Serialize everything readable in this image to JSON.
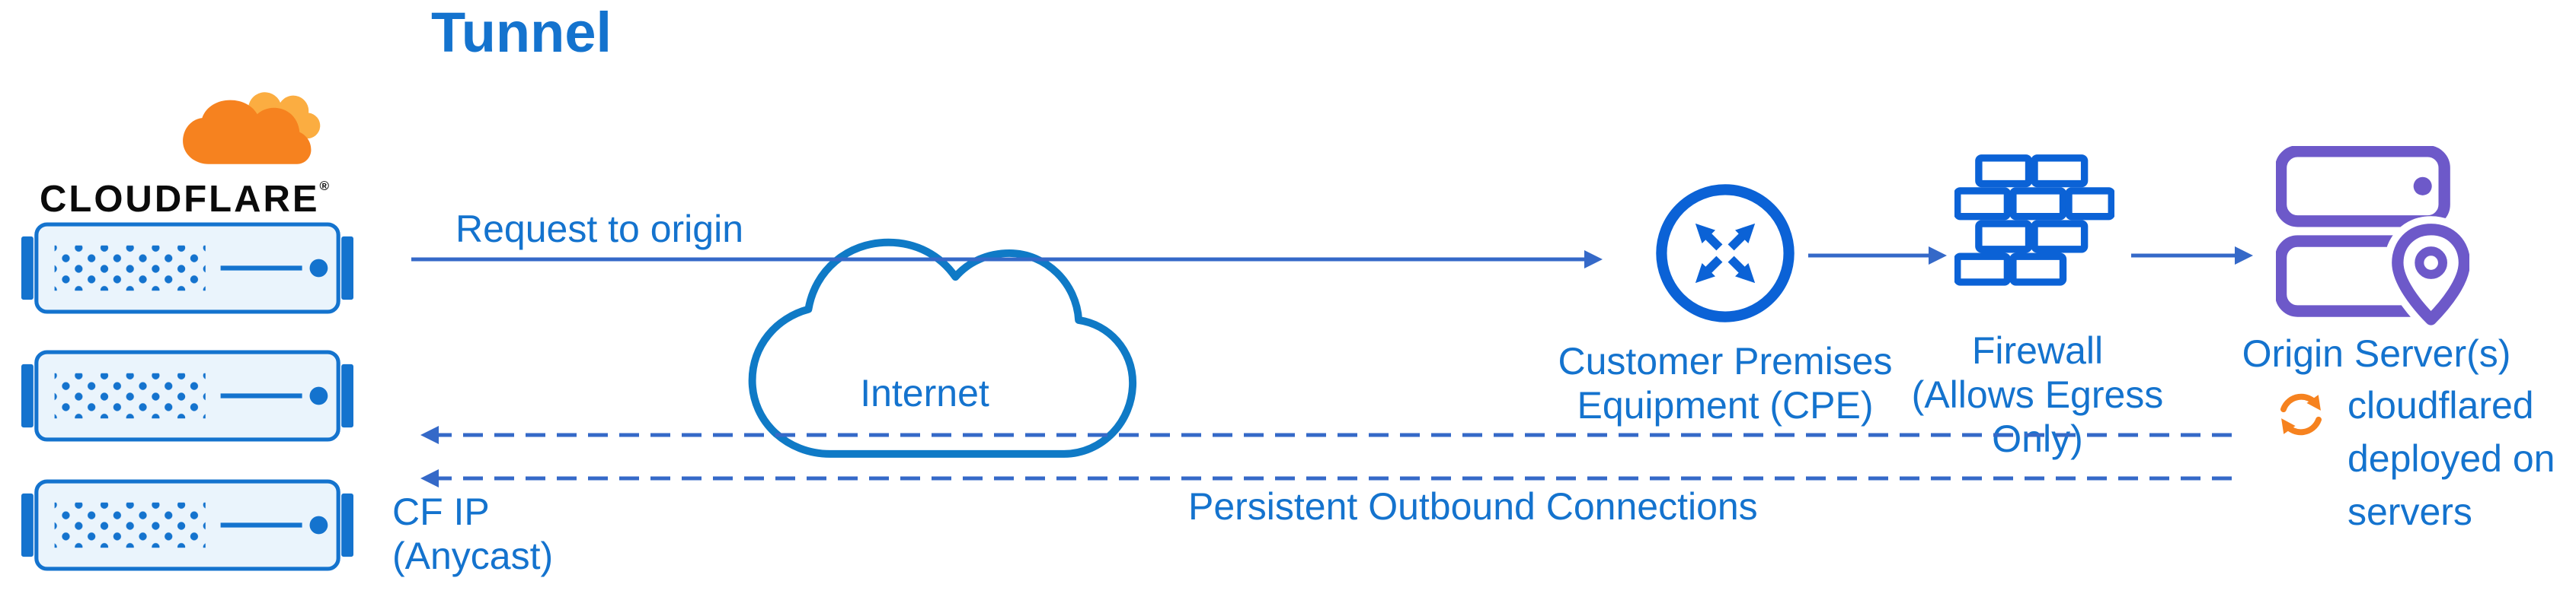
{
  "diagram": {
    "title": "Tunnel",
    "cloudflare": {
      "brand": "CLOUDFLARE",
      "registered": "®",
      "cf_ip_line1": "CF IP",
      "cf_ip_line2": "(Anycast)"
    },
    "labels": {
      "request": "Request to origin",
      "internet": "Internet",
      "cpe_line1": "Customer Premises",
      "cpe_line2": "Equipment (CPE)",
      "firewall_line1": "Firewall",
      "firewall_line2": "(Allows Egress Only)",
      "origin": "Origin Server(s)",
      "cloudflared_line1": "cloudflared",
      "cloudflared_line2": "deployed on",
      "cloudflared_line3": "servers",
      "persistent": "Persistent Outbound Connections"
    },
    "icons": {
      "cloudflare_logo": "cloudflare-cloud-icon",
      "edge_server": "edge-server-icon",
      "internet": "internet-cloud-icon",
      "cpe": "cpe-router-arrows-icon",
      "firewall": "firewall-bricks-icon",
      "origin": "origin-server-stack-icon",
      "location": "location-pin-icon",
      "sync": "sync-arrows-icon",
      "request_arrow": "arrow-right",
      "outbound_arrows": "dashed-arrow-left"
    },
    "colors": {
      "label_blue": "#1473CE",
      "line_blue": "#3569C8",
      "icon_blue": "#0B62D6",
      "cloud_blue": "#0F7AC6",
      "server_blue": "#1473CE",
      "purple": "#6D59C9",
      "orange": "#F6821F",
      "orange_light": "#FBAD41",
      "brand_black": "#0B0B0B"
    }
  }
}
